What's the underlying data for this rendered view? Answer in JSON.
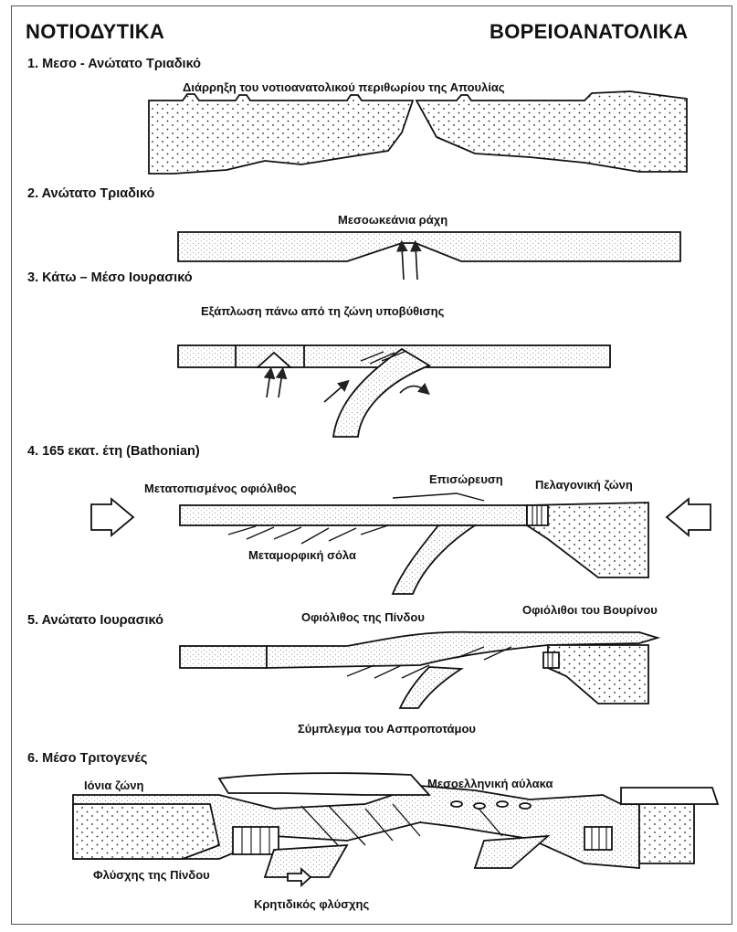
{
  "header": {
    "left": "ΝΟΤΙΟΔΥΤΙΚΑ",
    "right": "ΒΟΡΕΙΟΑΝΑΤΟΛΙΚΑ"
  },
  "stages": [
    {
      "title": "1. Μεσο - Ανώτατο Τριαδικό",
      "labels": [
        "Διάρρηξη του νοτιοανατολικού περιθωρίου της Απουλίας"
      ]
    },
    {
      "title": "2. Ανώτατο Τριαδικό",
      "labels": [
        "Μεσοωκεάνια ράχη"
      ]
    },
    {
      "title": "3. Κάτω – Μέσο Ιουρασικό",
      "labels": [
        "Εξάπλωση πάνω από τη ζώνη υποβύθισης"
      ]
    },
    {
      "title": "4. 165 εκατ. έτη (Bathonian)",
      "labels": [
        "Μετατοπισμένος οφιόλιθος",
        "Επισώρευση",
        "Πελαγονική ζώνη",
        "Μεταμορφική σόλα"
      ]
    },
    {
      "title": "5. Ανώτατο Ιουρασικό",
      "labels": [
        "Οφιόλιθος της Πίνδου",
        "Οφιόλιθοι του Βουρίνου",
        "Σύμπλεγμα του Ασπροποτάμου"
      ]
    },
    {
      "title": "6. Μέσο Τριτογενές",
      "labels": [
        "Ιόνια ζώνη",
        "Μεσοελληνική αύλακα",
        "Φλύσχης της Πίνδου",
        "Κρητιδικός φλύσχης"
      ]
    }
  ]
}
